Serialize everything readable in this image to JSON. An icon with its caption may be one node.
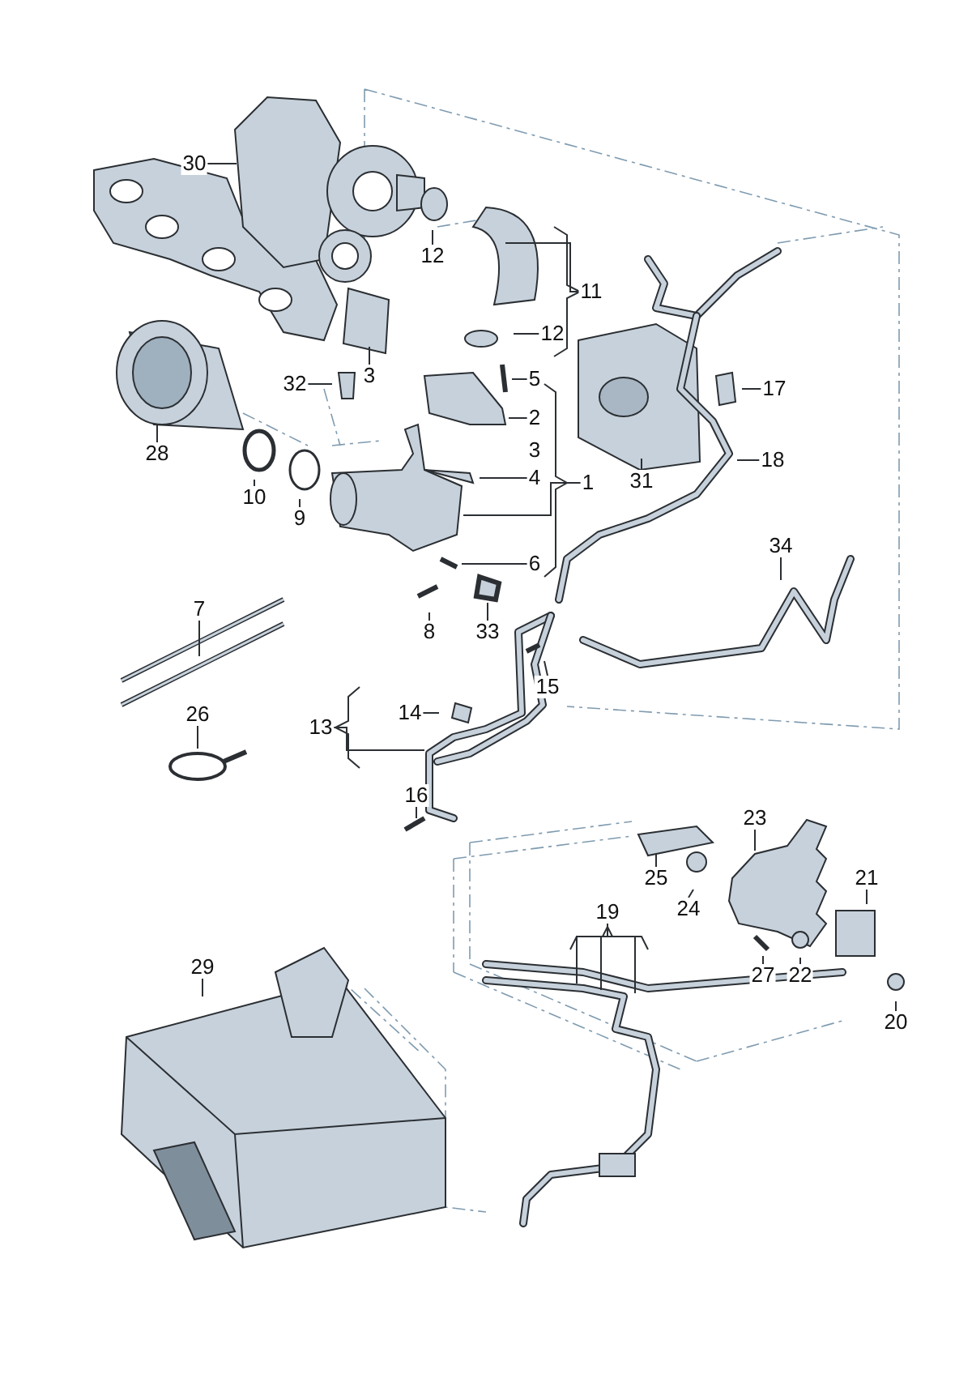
{
  "diagram": {
    "nodes": [
      {
        "text": [
          "30"
        ]
      },
      {
        "text": [
          "12"
        ]
      },
      {
        "text": [
          "11"
        ]
      },
      {
        "text": [
          "12"
        ]
      },
      {
        "text": [
          "3"
        ]
      },
      {
        "text": [
          "32"
        ]
      },
      {
        "text": [
          "5"
        ]
      },
      {
        "text": [
          "2"
        ]
      },
      {
        "text": [
          "17"
        ]
      },
      {
        "text": [
          "4"
        ]
      },
      {
        "text": [
          "1"
        ]
      },
      {
        "text": [
          "18"
        ]
      },
      {
        "text": [
          "28"
        ]
      },
      {
        "text": [
          "31"
        ]
      },
      {
        "text": [
          "10"
        ]
      },
      {
        "text": [
          "9"
        ]
      },
      {
        "text": [
          "6"
        ]
      },
      {
        "text": [
          "34"
        ]
      },
      {
        "text": [
          "8"
        ]
      },
      {
        "text": [
          "33"
        ]
      },
      {
        "text": [
          "7"
        ]
      },
      {
        "text": [
          "15"
        ]
      },
      {
        "text": [
          "14"
        ]
      },
      {
        "text": [
          "13"
        ]
      },
      {
        "text": [
          "26"
        ]
      },
      {
        "text": [
          "16"
        ]
      },
      {
        "text": [
          "23"
        ]
      },
      {
        "text": [
          "25"
        ]
      },
      {
        "text": [
          "21"
        ]
      },
      {
        "text": [
          "24"
        ]
      },
      {
        "text": [
          "19"
        ]
      },
      {
        "text": [
          "27"
        ]
      },
      {
        "text": [
          "22"
        ]
      },
      {
        "text": [
          "20"
        ]
      },
      {
        "text": [
          "29"
        ]
      }
    ],
    "edges": [
      {
        "from": 0,
        "to": null,
        "arrow": "none"
      },
      {
        "from": 1,
        "to": null,
        "arrow": "none"
      },
      {
        "from": 2,
        "to": null,
        "arrow": "none"
      },
      {
        "from": 3,
        "to": null,
        "arrow": "none"
      },
      {
        "from": 4,
        "to": null,
        "arrow": "none"
      },
      {
        "from": 5,
        "to": null,
        "arrow": "none"
      },
      {
        "from": 6,
        "to": null,
        "arrow": "none"
      },
      {
        "from": 7,
        "to": null,
        "arrow": "none"
      },
      {
        "from": 8,
        "to": null,
        "arrow": "none"
      },
      {
        "from": 9,
        "to": null,
        "arrow": "none"
      },
      {
        "from": 10,
        "to": null,
        "arrow": "none"
      },
      {
        "from": 11,
        "to": null,
        "arrow": "none"
      },
      {
        "from": 12,
        "to": null,
        "arrow": "none"
      },
      {
        "from": 13,
        "to": null,
        "arrow": "none"
      },
      {
        "from": 14,
        "to": null,
        "arrow": "none"
      },
      {
        "from": 15,
        "to": null,
        "arrow": "none"
      },
      {
        "from": 16,
        "to": null,
        "arrow": "none"
      },
      {
        "from": 17,
        "to": null,
        "arrow": "none"
      },
      {
        "from": 18,
        "to": null,
        "arrow": "none"
      },
      {
        "from": 19,
        "to": null,
        "arrow": "none"
      },
      {
        "from": 20,
        "to": null,
        "arrow": "none"
      },
      {
        "from": 21,
        "to": null,
        "arrow": "none"
      },
      {
        "from": 22,
        "to": null,
        "arrow": "none"
      },
      {
        "from": 23,
        "to": null,
        "arrow": "none"
      },
      {
        "from": 24,
        "to": null,
        "arrow": "none"
      },
      {
        "from": 25,
        "to": null,
        "arrow": "none"
      },
      {
        "from": 26,
        "to": null,
        "arrow": "none"
      },
      {
        "from": 27,
        "to": null,
        "arrow": "none"
      },
      {
        "from": 28,
        "to": null,
        "arrow": "none"
      },
      {
        "from": 29,
        "to": null,
        "arrow": "none"
      },
      {
        "from": 30,
        "to": null,
        "arrow": "none"
      },
      {
        "from": 31,
        "to": null,
        "arrow": "none"
      },
      {
        "from": 32,
        "to": null,
        "arrow": "none"
      },
      {
        "from": 33,
        "to": null,
        "arrow": "none"
      },
      {
        "from": 34,
        "to": null,
        "arrow": "none"
      },
      {
        "from": 30,
        "to": null,
        "arrow": "none"
      },
      {
        "from": 30,
        "to": null,
        "arrow": "none"
      }
    ],
    "labels": [
      "3"
    ]
  }
}
